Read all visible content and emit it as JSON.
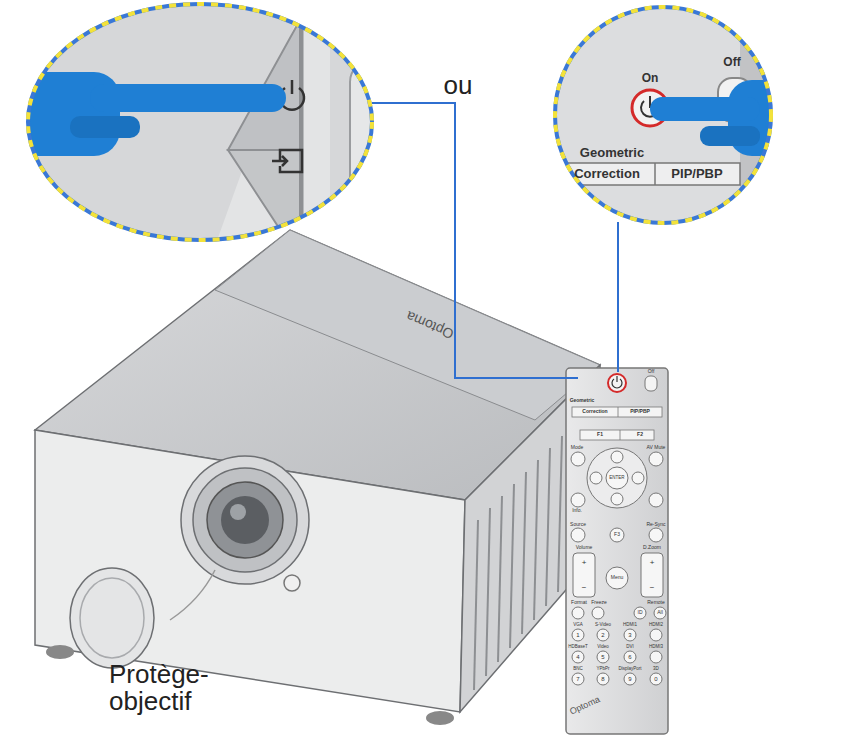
{
  "diagram": {
    "labels": [
      "ou",
      "On",
      "Off",
      "Geometric",
      "Correction",
      "PIP/PBP",
      "Off",
      "Geometric",
      "Correction",
      "PIP/PBP",
      "F1",
      "F2",
      "Mode",
      "AV Mute",
      "ENTER",
      "Info.",
      "Source",
      "Re-Sync",
      "F3",
      "Volume",
      "D.Zoom",
      "+",
      "−",
      "Menu",
      "+",
      "−",
      "Format",
      "Freeze",
      "Remote",
      "ID",
      "All",
      "VGA",
      "S-Video",
      "HDMI1",
      "HDMI2",
      "1",
      "2",
      "3",
      "HDBaseT",
      "Video",
      "DVI",
      "HDMI3",
      "4",
      "5",
      "6",
      "BNC",
      "YPbPr",
      "DisplayPort",
      "3D",
      "7",
      "8",
      "9",
      "0",
      "Optoma",
      "Optoma",
      "Protège-objectif"
    ]
  }
}
